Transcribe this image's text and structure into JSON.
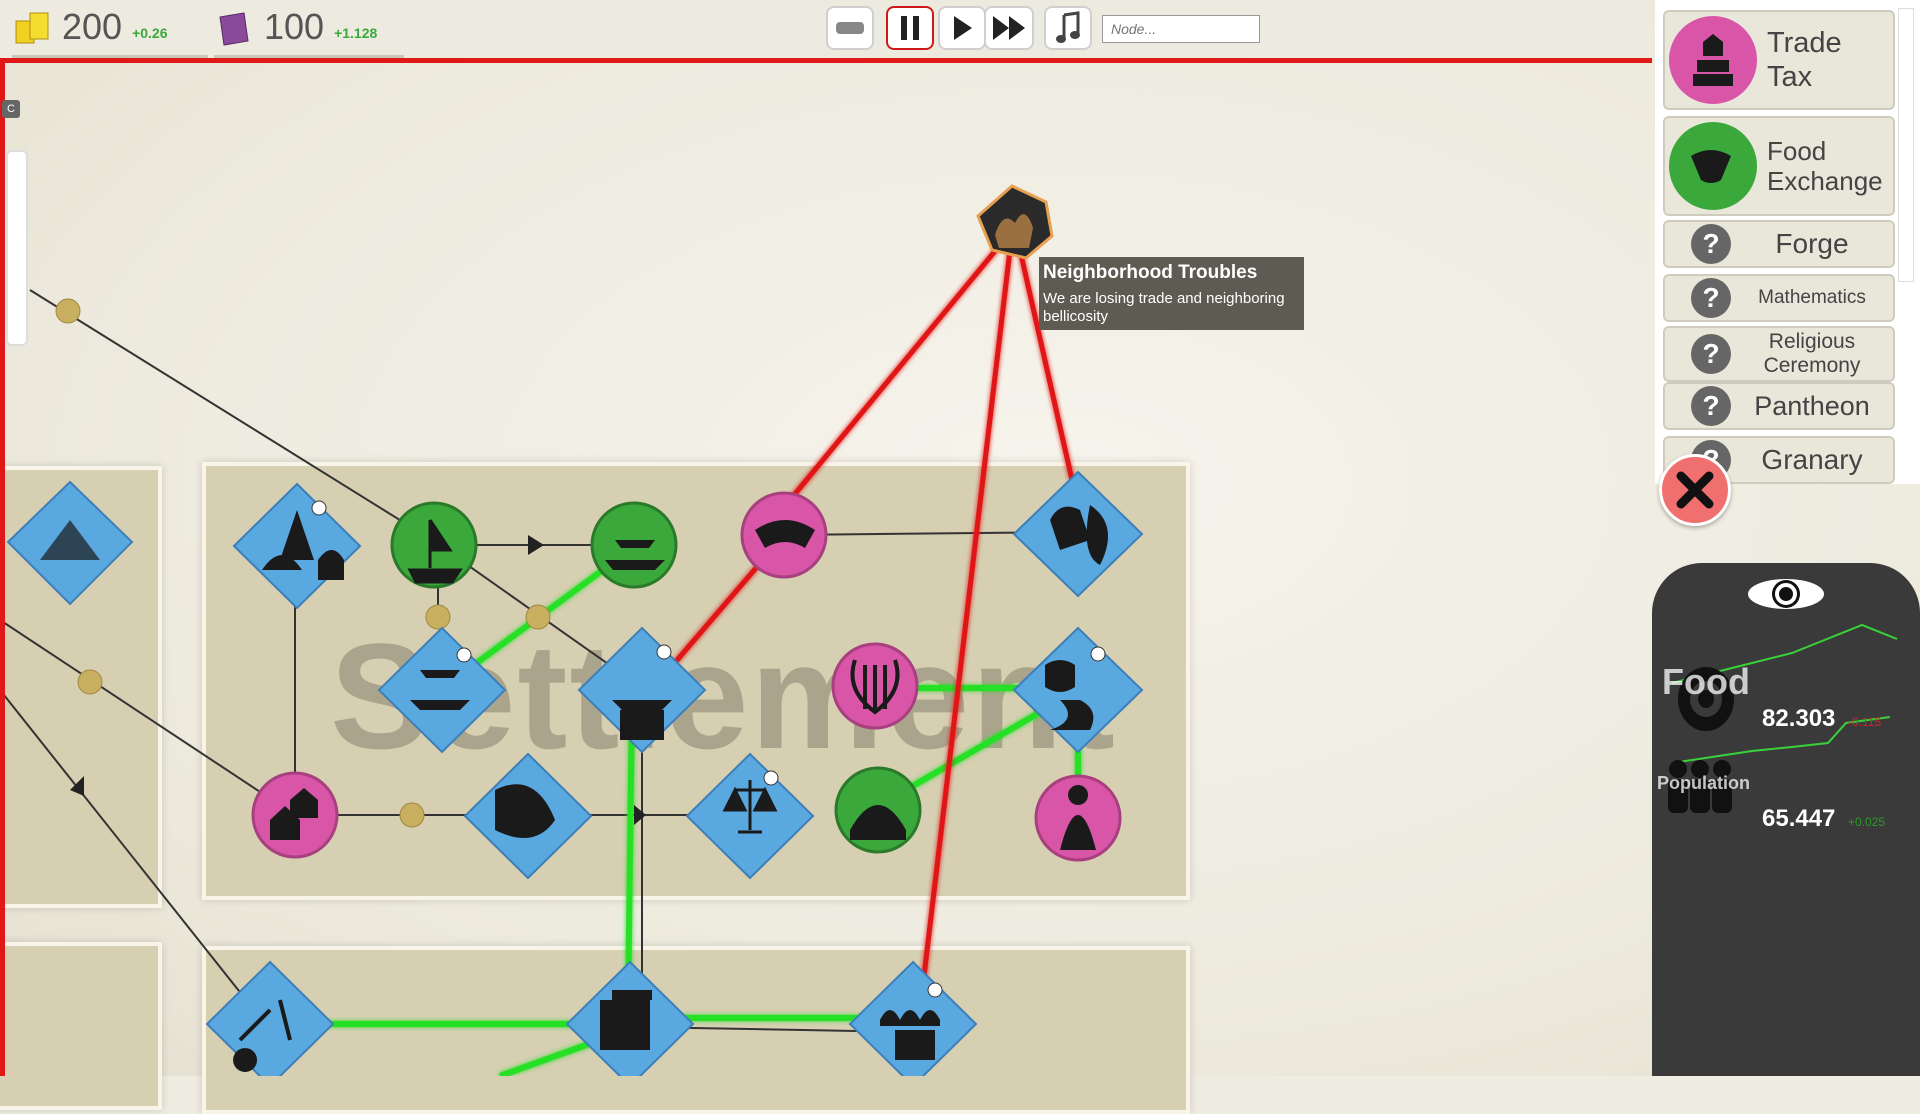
{
  "resources": {
    "gold": {
      "value": "200",
      "delta": "+0.26",
      "icon": "gold-coins-icon"
    },
    "knowledge": {
      "value": "100",
      "delta": "+1.128",
      "icon": "scroll-book-icon"
    }
  },
  "controls": {
    "scroll_icon": "parchment-icon",
    "pause_icon": "pause-icon",
    "play_icon": "play-icon",
    "fast_forward_icon": "fast-forward-icon",
    "music_icon": "music-note-icon",
    "node_search_placeholder": "Node..."
  },
  "left_tab_label": "C",
  "board": {
    "zone_label": "Settlement"
  },
  "tooltip": {
    "title": "Neighborhood Troubles",
    "description": "We are losing trade and neighboring bellicosity"
  },
  "tech_list": [
    {
      "label": "Trade Tax",
      "known": true,
      "color": "#d855a8"
    },
    {
      "label": "Food Exchange",
      "known": true,
      "color": "#3aa83a"
    },
    {
      "label": "Forge",
      "known": false
    },
    {
      "label": "Mathematics",
      "known": false
    },
    {
      "label": "Religious Ceremony",
      "known": false
    },
    {
      "label": "Pantheon",
      "known": false
    },
    {
      "label": "Granary",
      "known": false
    }
  ],
  "stats": {
    "eye_icon": "eye-icon",
    "food": {
      "label": "Food",
      "value": "82.303",
      "delta": "-0.115",
      "delta_color": "#e02020"
    },
    "population": {
      "label": "Population",
      "value": "65.447",
      "delta": "+0.025",
      "delta_color": "#2a9a2a"
    }
  },
  "colors": {
    "danger_red": "#e01818",
    "active_link_green": "#28e028",
    "node_blue": "#5aa8e0",
    "node_green": "#3aa83a",
    "node_pink": "#d855a8",
    "event_orange": "#e8a050"
  }
}
